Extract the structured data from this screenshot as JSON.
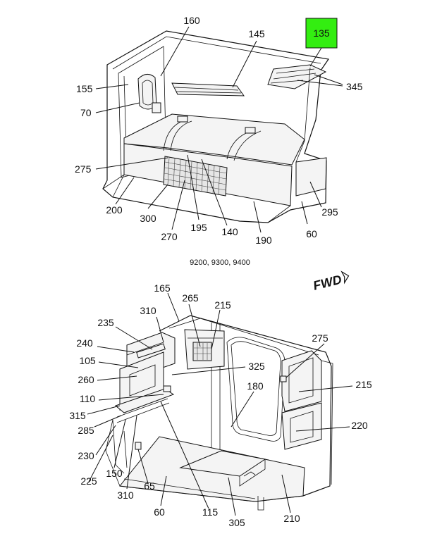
{
  "top_view": {
    "callouts": {
      "c160": "160",
      "c145": "145",
      "c135": "135",
      "c345": "345",
      "c155": "155",
      "c70": "70",
      "c275": "275",
      "c200": "200",
      "c300": "300",
      "c270": "270",
      "c195": "195",
      "c140": "140",
      "c190": "190",
      "c60": "60",
      "c295": "295"
    },
    "highlight_color": "#33ee11"
  },
  "caption": "9200, 9300, 9400",
  "direction_label": "FWD",
  "bottom_view": {
    "callouts": {
      "c165": "165",
      "c310a": "310",
      "c265": "265",
      "c215a": "215",
      "c235": "235",
      "c240": "240",
      "c105": "105",
      "c325": "325",
      "c275": "275",
      "c260": "260",
      "c180": "180",
      "c215b": "215",
      "c110": "110",
      "c315": "315",
      "c285": "285",
      "c220": "220",
      "c230": "230",
      "c225": "225",
      "c150": "150",
      "c310b": "310",
      "c65": "65",
      "c60": "60",
      "c115": "115",
      "c305": "305",
      "c210": "210"
    }
  }
}
